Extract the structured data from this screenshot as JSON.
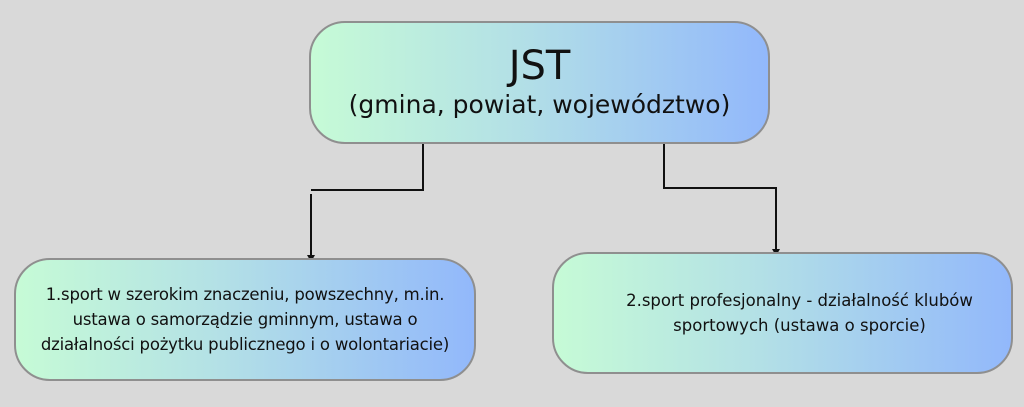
{
  "root": {
    "title": "JST",
    "subtitle": "(gmina, powiat, województwo)"
  },
  "children": [
    {
      "lines": [
        "1.sport w szerokim znaczeniu, powszechny, m.in.",
        "ustawa o samorządzie gminnym, ustawa o",
        "działalności pożytku publicznego i o wolontariacie)"
      ]
    },
    {
      "lines": [
        "2.sport profesjonalny - działalność klubów",
        "sportowych (ustawa o sporcie)"
      ]
    }
  ],
  "colors": {
    "background": "#d9d9d9",
    "gradient_start": "#c6fbd6",
    "gradient_end": "#92b8fb",
    "border": "#8f8f8f",
    "line": "#111111"
  }
}
